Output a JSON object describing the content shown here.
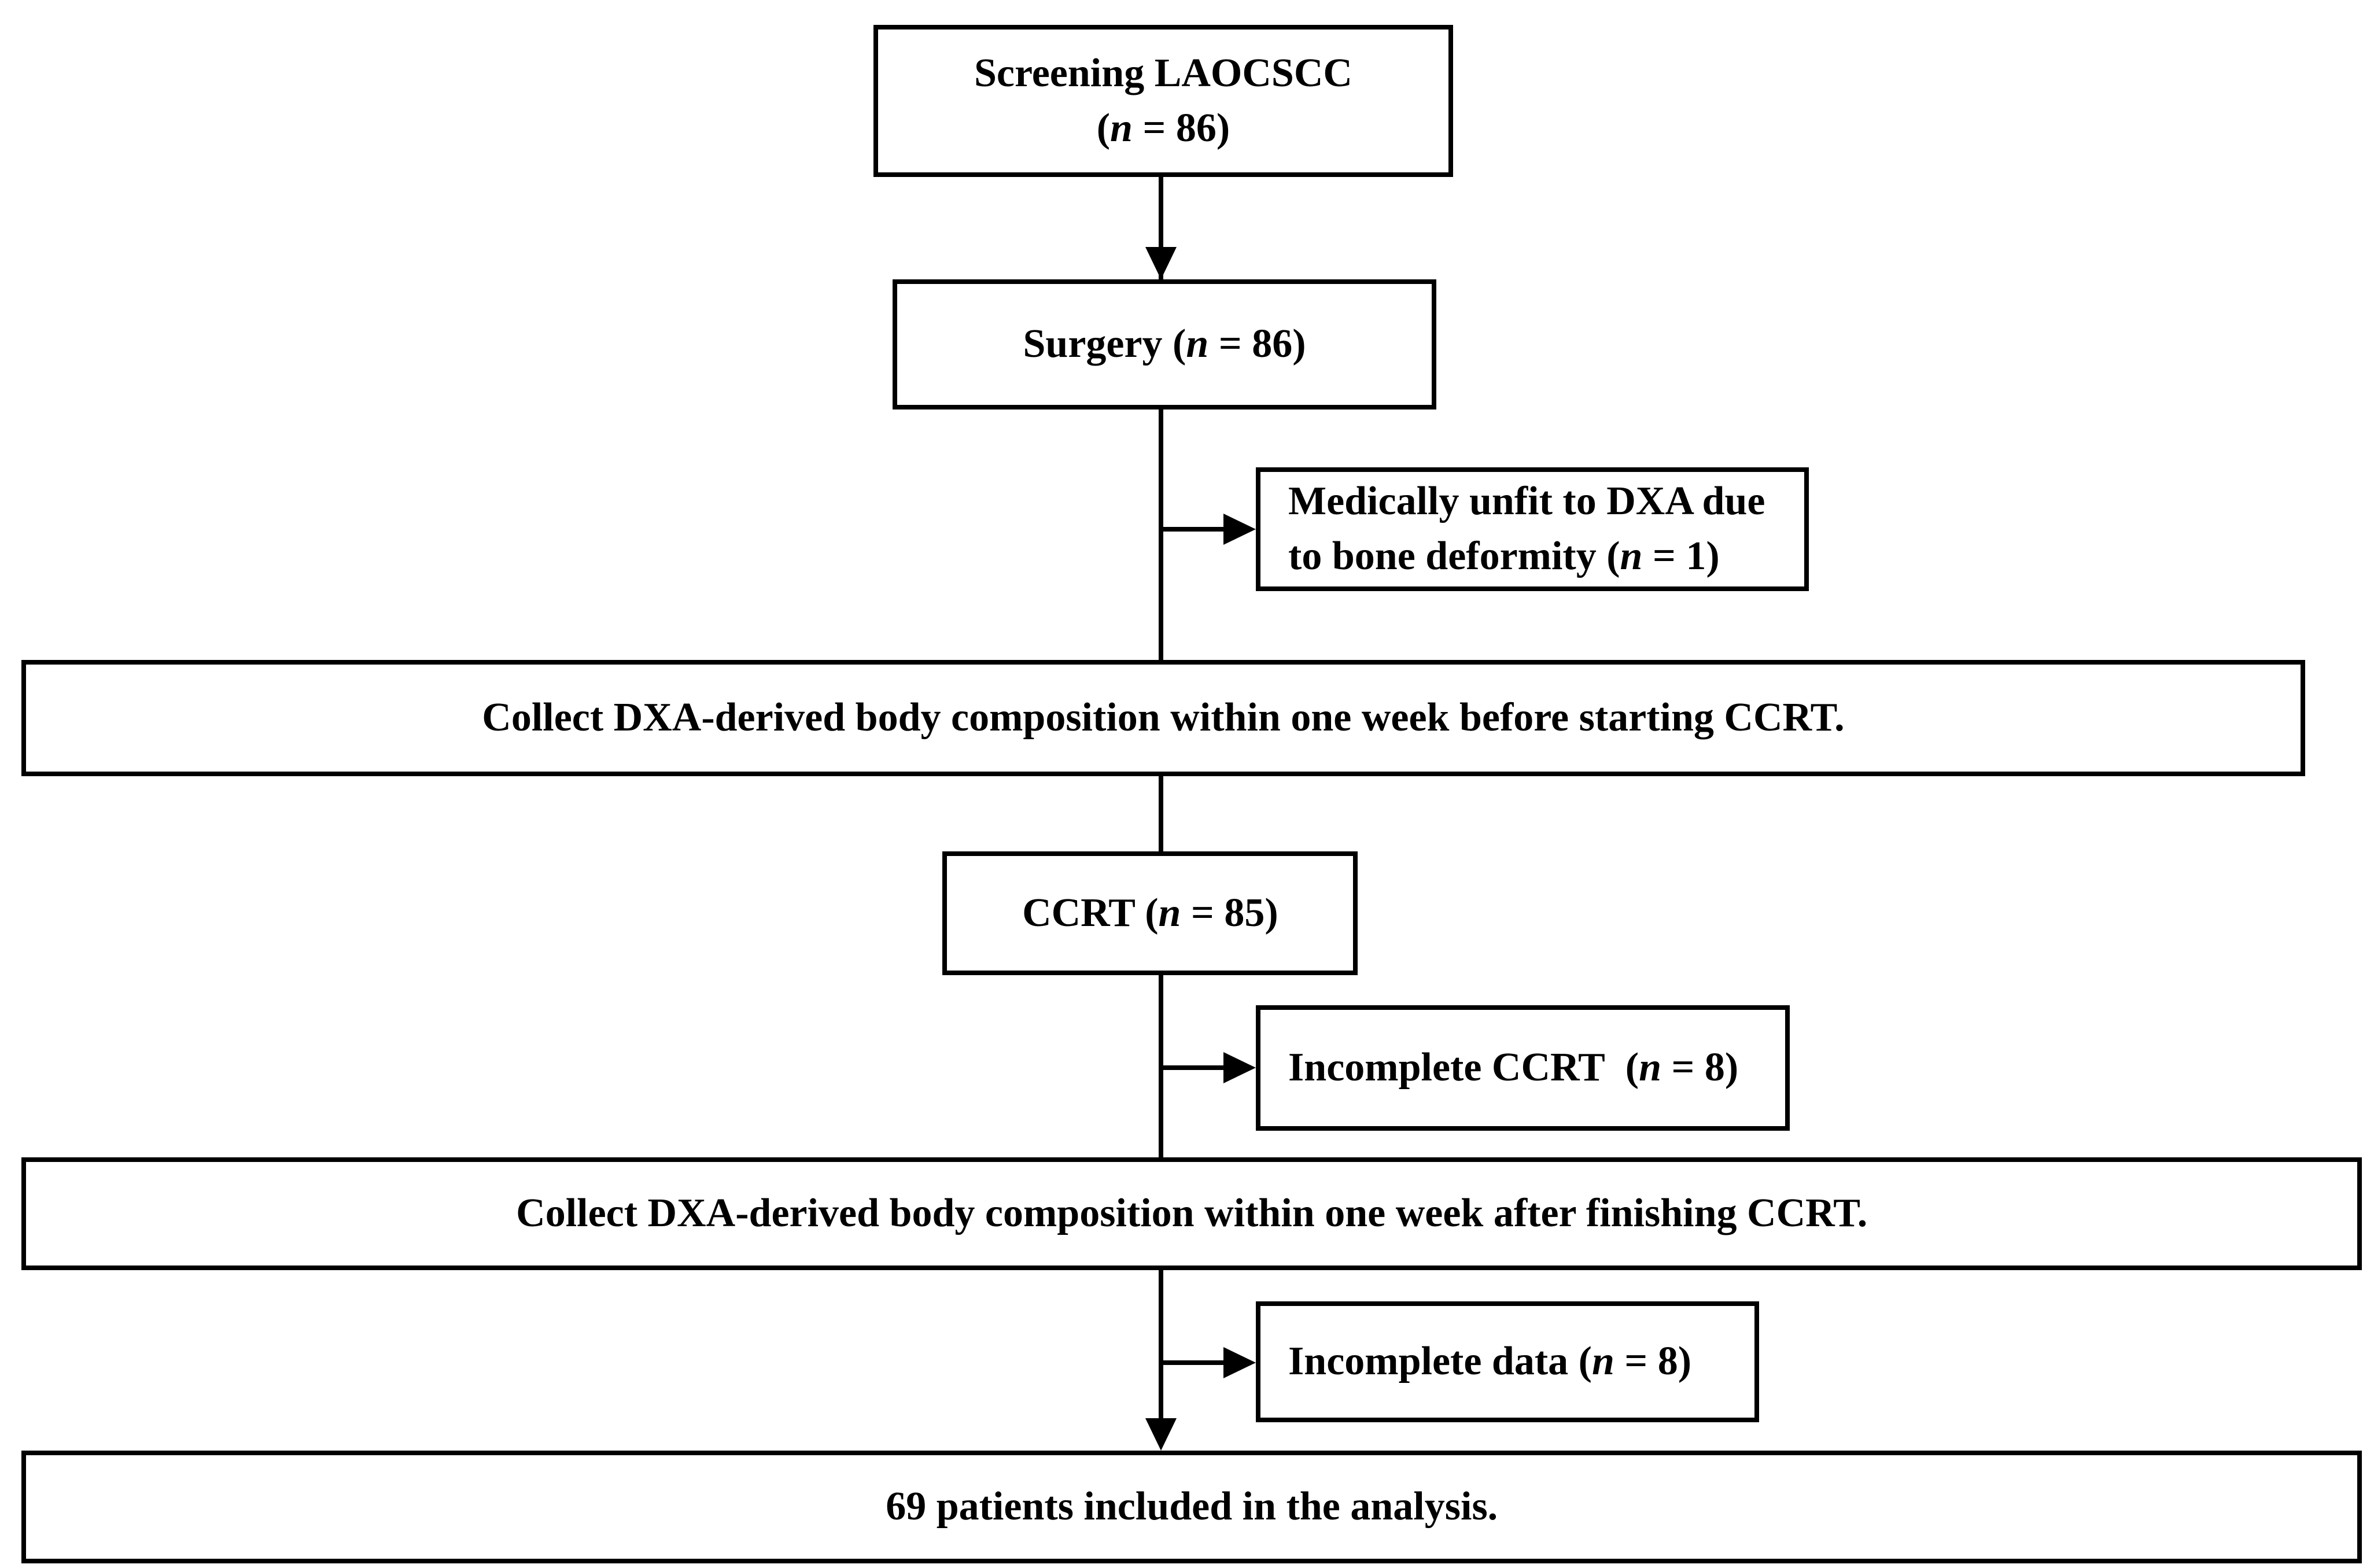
{
  "figure": {
    "type": "patient-flow-diagram",
    "background_color": "#ffffff",
    "line_color": "#000000",
    "text_color": "#000000",
    "nodes": [
      {
        "id": "screening",
        "n": 86,
        "text": "Screening LAOCSCC (n = 86)",
        "lines": [
          [
            {
              "t": "Screening LAOCSCC"
            }
          ],
          [
            {
              "t": "("
            },
            {
              "t": "n",
              "i": true
            },
            {
              "t": " = 86)"
            }
          ]
        ]
      },
      {
        "id": "surgery",
        "n": 86,
        "text": "Surgery (n = 86)",
        "lines": [
          [
            {
              "t": "Surgery ("
            },
            {
              "t": "n",
              "i": true
            },
            {
              "t": " = 86)"
            }
          ]
        ]
      },
      {
        "id": "medically-unfit",
        "n": 1,
        "text": "Medically unfit to DXA due to bone deformity (n = 1)",
        "lines": [
          [
            {
              "t": "Medically unfit to DXA due"
            }
          ],
          [
            {
              "t": "to bone deformity ("
            },
            {
              "t": "n",
              "i": true
            },
            {
              "t": " = 1)"
            }
          ]
        ]
      },
      {
        "id": "collect-before",
        "text": "Collect DXA-derived body composition within one week before starting CCRT.",
        "lines": [
          [
            {
              "t": "Collect DXA-derived body composition within one week before starting CCRT."
            }
          ]
        ]
      },
      {
        "id": "ccrt",
        "n": 85,
        "text": "CCRT (n = 85)",
        "lines": [
          [
            {
              "t": "CCRT ("
            },
            {
              "t": "n",
              "i": true
            },
            {
              "t": " = 85)"
            }
          ]
        ]
      },
      {
        "id": "incomplete-ccrt",
        "n": 8,
        "text": "Incomplete CCRT  (n = 8)",
        "lines": [
          [
            {
              "t": "Incomplete CCRT  ("
            },
            {
              "t": "n",
              "i": true
            },
            {
              "t": " = 8)"
            }
          ]
        ]
      },
      {
        "id": "collect-after",
        "text": "Collect DXA-derived body composition within one week after finishing CCRT.",
        "lines": [
          [
            {
              "t": "Collect DXA-derived body composition within one week after finishing CCRT."
            }
          ]
        ]
      },
      {
        "id": "incomplete-data",
        "n": 8,
        "text": "Incomplete data (n = 8)",
        "lines": [
          [
            {
              "t": "Incomplete data ("
            },
            {
              "t": "n",
              "i": true
            },
            {
              "t": " = 8)"
            }
          ]
        ]
      },
      {
        "id": "final-analysis",
        "n": 69,
        "text": "69 patients included in the analysis.",
        "lines": [
          [
            {
              "t": "69 patients included in the analysis."
            }
          ]
        ]
      }
    ],
    "edges": [
      {
        "from": "screening",
        "to": "surgery",
        "style": "arrow-down"
      },
      {
        "from": "surgery",
        "to": "collect-before",
        "style": "line"
      },
      {
        "from": "surgery",
        "to": "medically-unfit",
        "style": "side-arrow-right"
      },
      {
        "from": "collect-before",
        "to": "ccrt",
        "style": "line"
      },
      {
        "from": "ccrt",
        "to": "collect-after",
        "style": "line"
      },
      {
        "from": "ccrt",
        "to": "incomplete-ccrt",
        "style": "side-arrow-right"
      },
      {
        "from": "collect-after",
        "to": "final-analysis",
        "style": "arrow-down"
      },
      {
        "from": "collect-after",
        "to": "incomplete-data",
        "style": "side-arrow-right"
      }
    ]
  }
}
